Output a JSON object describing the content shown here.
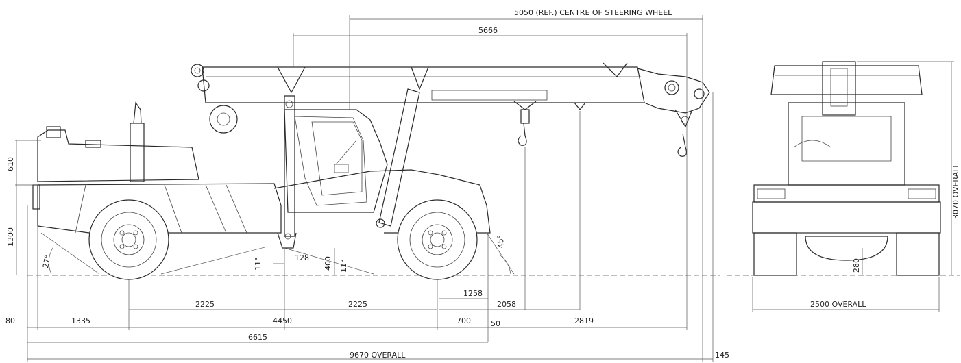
{
  "dimensions": {
    "steering_ref": "5050 (REF.) CENTRE OF STEERING WHEEL",
    "boom_length": "5666",
    "rear_counterweight_h": "610",
    "deck_height": "1300",
    "approach_angle": "27°",
    "departure_angle": "45°",
    "angle_11a": "11°",
    "angle_11b": "11°",
    "offset_128": "128",
    "height_400": "400",
    "front_1258": "1258",
    "front_2058": "2058",
    "left_2225": "2225",
    "right_2225": "2225",
    "rear_80": "80",
    "rear_1335": "1335",
    "wheelbase": "4450",
    "front_700": "700",
    "front_50": "50",
    "front_2819": "2819",
    "body_length": "6615",
    "overall_length": "9670 OVERALL",
    "front_145": "145",
    "overall_height": "3070 OVERALL",
    "overall_width": "2500 OVERALL",
    "ground_clearance": "280"
  }
}
